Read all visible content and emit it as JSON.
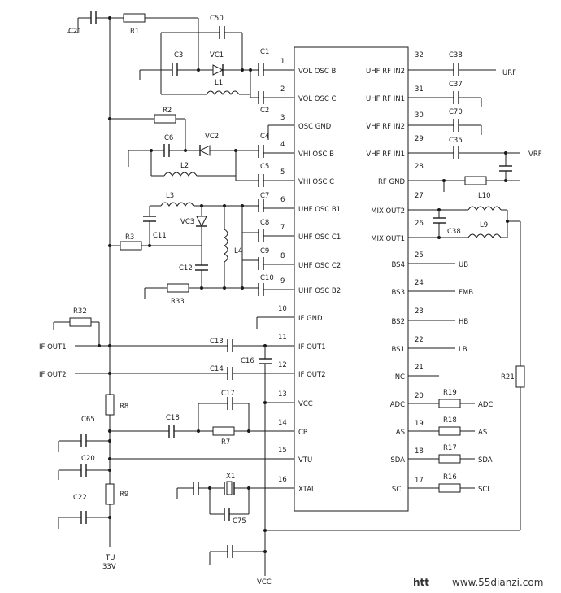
{
  "ic": {
    "left_pins": [
      {
        "num": "1",
        "name": "VOL OSC B"
      },
      {
        "num": "2",
        "name": "VOL OSC C"
      },
      {
        "num": "3",
        "name": "OSC GND"
      },
      {
        "num": "4",
        "name": "VHI OSC B"
      },
      {
        "num": "5",
        "name": "VHI OSC C"
      },
      {
        "num": "6",
        "name": "UHF OSC B1"
      },
      {
        "num": "7",
        "name": "UHF OSC C1"
      },
      {
        "num": "8",
        "name": "UHF OSC C2"
      },
      {
        "num": "9",
        "name": "UHF OSC B2"
      },
      {
        "num": "10",
        "name": "IF GND"
      },
      {
        "num": "11",
        "name": "IF OUT1"
      },
      {
        "num": "12",
        "name": "IF OUT2"
      },
      {
        "num": "13",
        "name": "VCC"
      },
      {
        "num": "14",
        "name": "CP"
      },
      {
        "num": "15",
        "name": "VTU"
      },
      {
        "num": "16",
        "name": "XTAL"
      }
    ],
    "right_pins": [
      {
        "num": "32",
        "name": "UHF RF IN2"
      },
      {
        "num": "31",
        "name": "UHF RF IN1"
      },
      {
        "num": "30",
        "name": "VHF RF IN2"
      },
      {
        "num": "29",
        "name": "VHF RF IN1"
      },
      {
        "num": "28",
        "name": "RF GND"
      },
      {
        "num": "27",
        "name": "MIX OUT2"
      },
      {
        "num": "26",
        "name": "MIX OUT1"
      },
      {
        "num": "25",
        "name": "BS4"
      },
      {
        "num": "24",
        "name": "BS3"
      },
      {
        "num": "23",
        "name": "BS2"
      },
      {
        "num": "22",
        "name": "BS1"
      },
      {
        "num": "21",
        "name": "NC"
      },
      {
        "num": "20",
        "name": "ADC"
      },
      {
        "num": "19",
        "name": "AS"
      },
      {
        "num": "18",
        "name": "SDA"
      },
      {
        "num": "17",
        "name": "SCL"
      }
    ]
  },
  "components": {
    "C21": "C21",
    "R1": "R1",
    "C50": "C50",
    "C3": "C3",
    "VC1": "VC1",
    "C1": "C1",
    "L1": "L1",
    "C2": "C2",
    "R2": "R2",
    "C4": "C4",
    "C6": "C6",
    "VC2": "VC2",
    "L2": "L2",
    "C5": "C5",
    "L3": "L3",
    "C7": "C7",
    "VC3": "VC3",
    "C11": "C11",
    "C8": "C8",
    "L4": "L4",
    "R3": "R3",
    "C9": "C9",
    "C12": "C12",
    "C10": "C10",
    "R33": "R33",
    "R32": "R32",
    "C13": "C13",
    "C16": "C16",
    "C14": "C14",
    "R8": "R8",
    "C17": "C17",
    "C65": "C65",
    "C18": "C18",
    "R7": "R7",
    "C20": "C20",
    "R9": "R9",
    "C22": "C22",
    "X1": "X1",
    "C75": "C75",
    "C38a": "C38",
    "C37": "C37",
    "C70": "C70",
    "C35": "C35",
    "L10": "L10",
    "C38b": "C38",
    "L9": "L9",
    "R21": "R21",
    "R19": "R19",
    "R18": "R18",
    "R17": "R17",
    "R16": "R16"
  },
  "nets": {
    "urf": "URF",
    "vrf": "VRF",
    "ub": "UB",
    "fmb": "FMB",
    "hb": "HB",
    "lb": "LB",
    "adc": "ADC",
    "as": "AS",
    "sda": "SDA",
    "scl": "SCL",
    "if_out1": "IF OUT1",
    "if_out2": "IF OUT2",
    "tu": "TU",
    "tu_v": "33V",
    "vcc": "VCC"
  },
  "watermark": {
    "prefix": "htt",
    "site": "www.55dianzi.com"
  }
}
